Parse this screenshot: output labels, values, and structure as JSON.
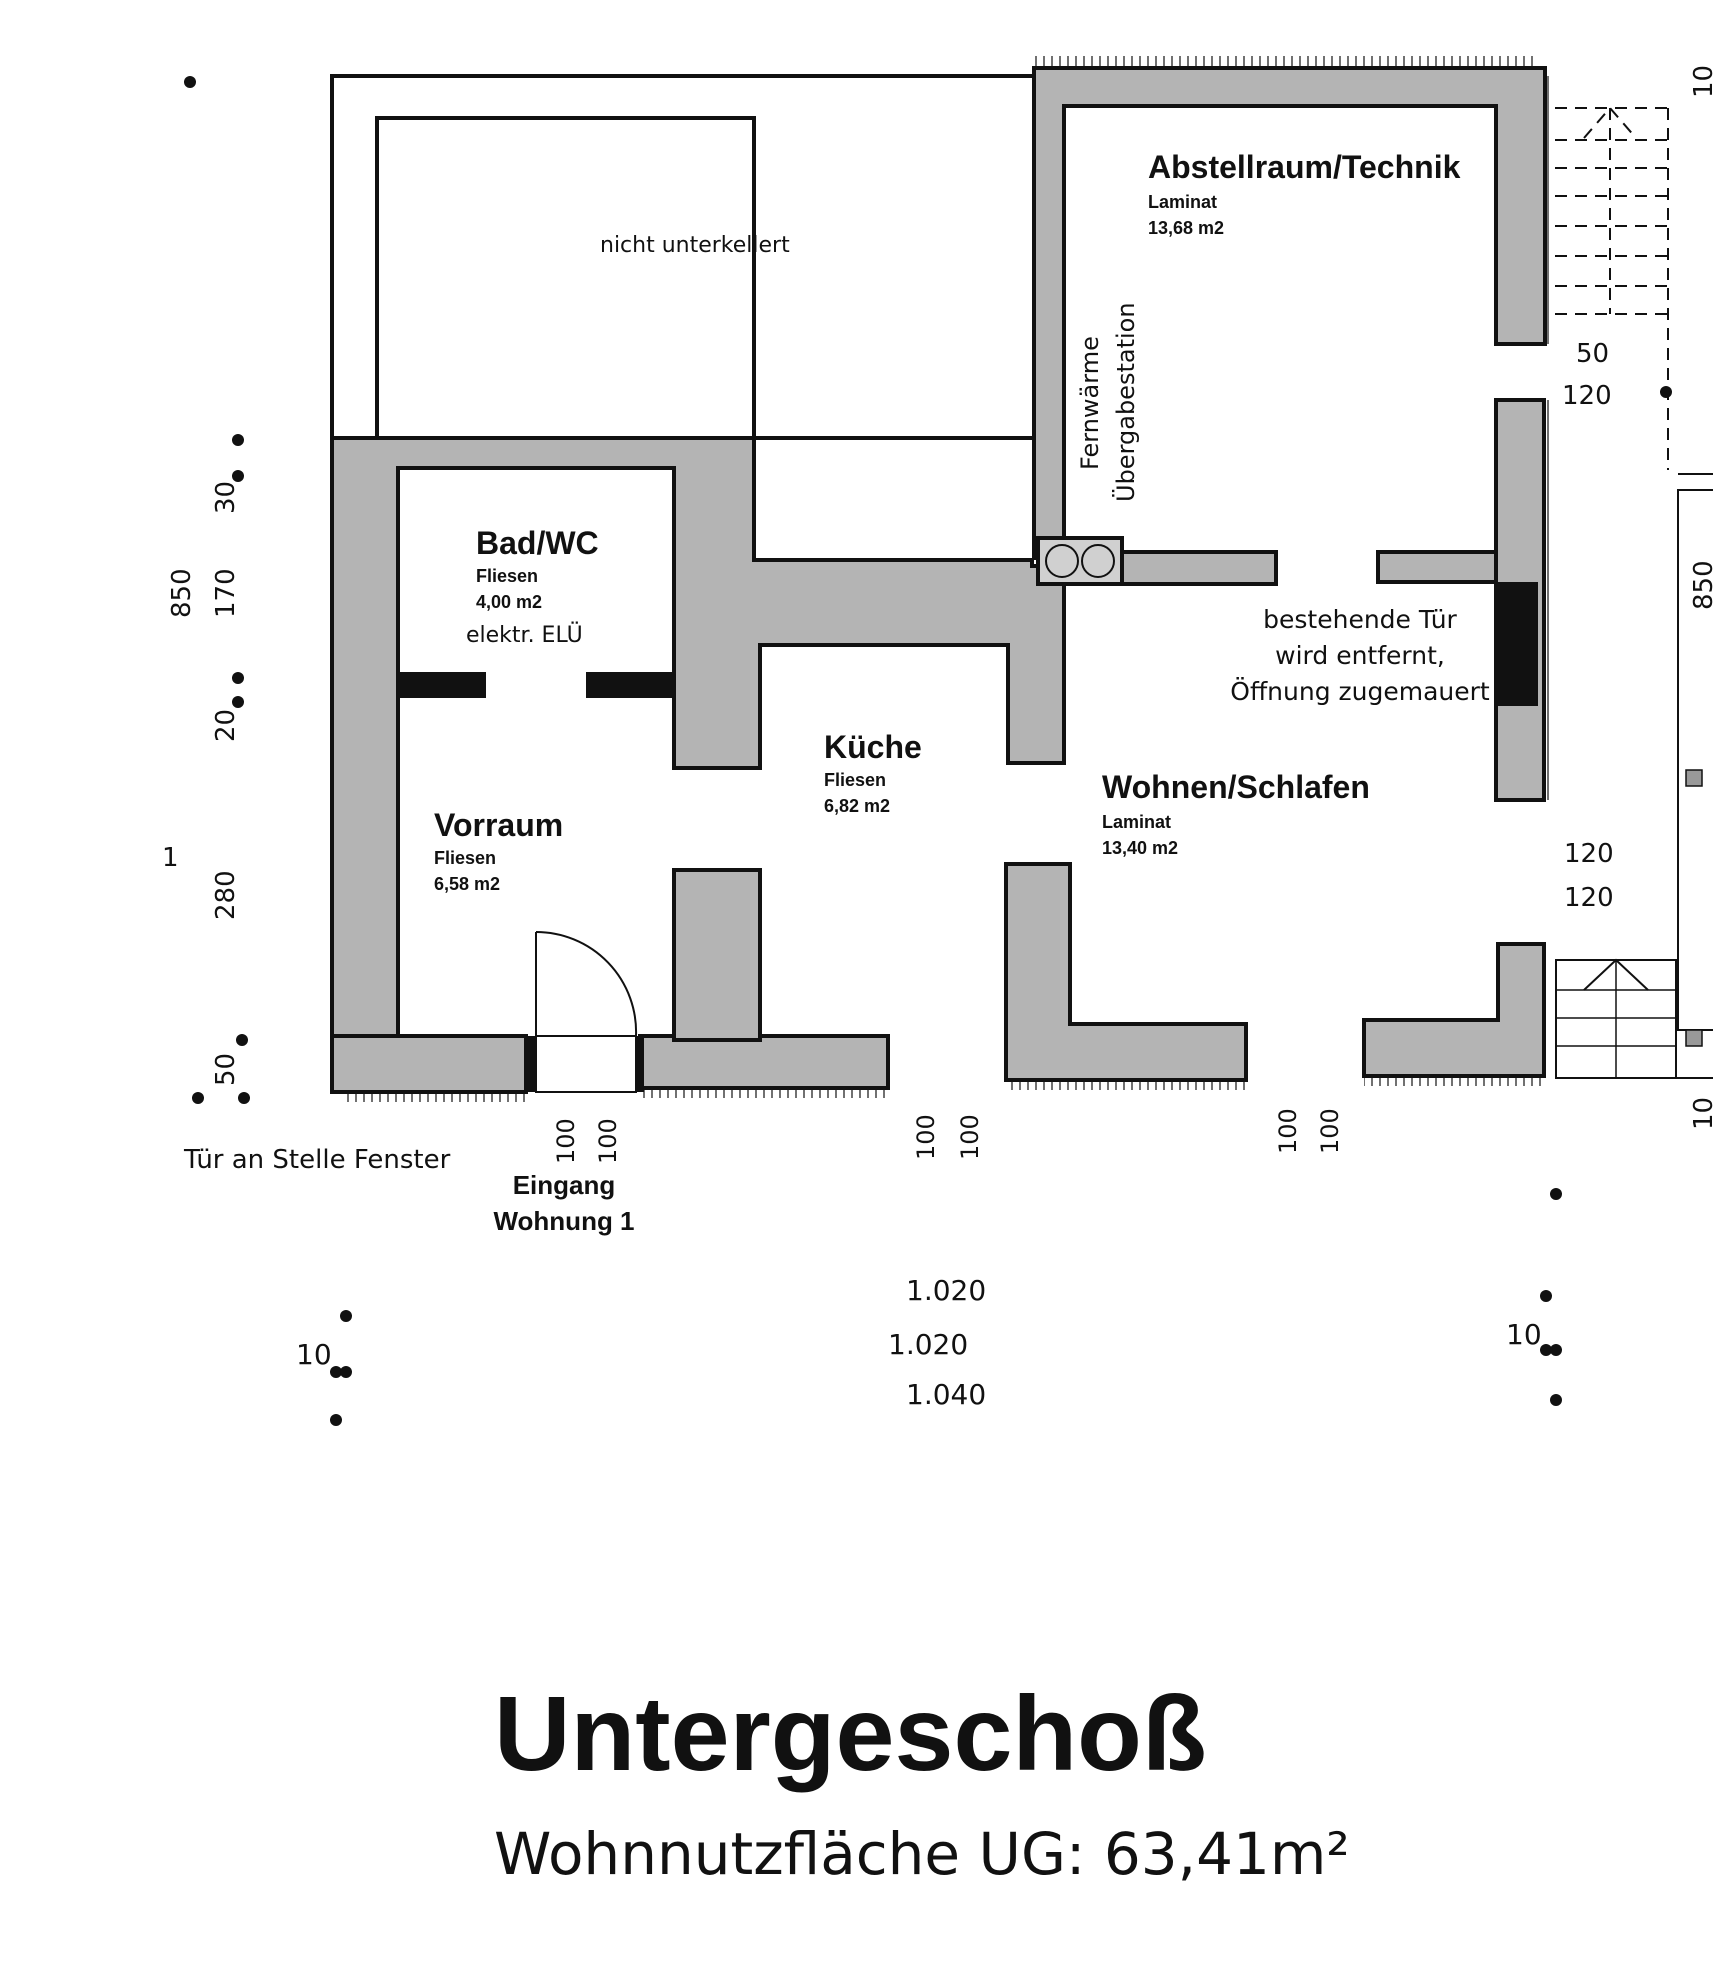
{
  "rooms": {
    "abstellraum": {
      "name": "Abstellraum/Technik",
      "floor": "Laminat",
      "area": "13,68 m2"
    },
    "bad": {
      "name": "Bad/WC",
      "floor": "Fliesen",
      "area": "4,00 m2",
      "note": "elektr. ELÜ"
    },
    "kueche": {
      "name": "Küche",
      "floor": "Fliesen",
      "area": "6,82 m2"
    },
    "vorraum": {
      "name": "Vorraum",
      "floor": "Fliesen",
      "area": "6,58 m2"
    },
    "wohnen": {
      "name": "Wohnen/Schlafen",
      "floor": "Laminat",
      "area": "13,40 m2"
    }
  },
  "labels": {
    "nicht_unterkellert": "nicht unterkellert",
    "fernwaerme_1": "Fernwärme",
    "fernwaerme_2": "Übergabestation",
    "door_removed_1": "bestehende Tür",
    "door_removed_2": "wird entfernt,",
    "door_removed_3": "Öffnung zugemauert",
    "door_window": "Tür an Stelle Fenster",
    "entrance_1": "Eingang",
    "entrance_2": "Wohnung 1"
  },
  "dimensions": {
    "left_850": "850",
    "left_30": "30",
    "left_170": "170",
    "left_20": "20",
    "left_1": "1",
    "left_280": "280",
    "left_50": "50",
    "right_50": "50",
    "right_120_a": "120",
    "right_120_b": "120",
    "right_120_c": "120",
    "right_850": "850",
    "right_10_top": "10",
    "right_10_bottom": "10",
    "door_100": "100",
    "total_1": "1.020",
    "total_2": "1.020",
    "total_3": "1.040",
    "side_10_left": "10",
    "side_10_right": "10"
  },
  "title": "Untergeschoß",
  "subtitle": "Wohnnutzfläche UG: 63,41m²"
}
